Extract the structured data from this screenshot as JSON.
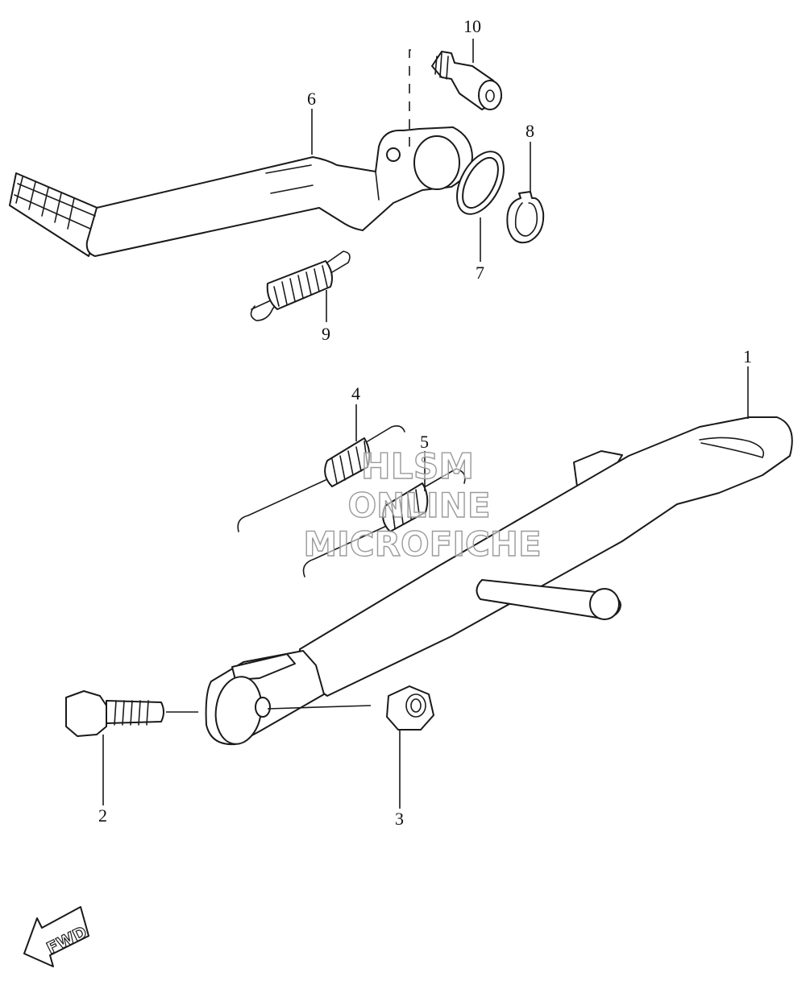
{
  "callouts": [
    {
      "id": "1",
      "label": "1"
    },
    {
      "id": "2",
      "label": "2"
    },
    {
      "id": "3",
      "label": "3"
    },
    {
      "id": "4",
      "label": "4"
    },
    {
      "id": "5",
      "label": "5"
    },
    {
      "id": "6",
      "label": "6"
    },
    {
      "id": "7",
      "label": "7"
    },
    {
      "id": "8",
      "label": "8"
    },
    {
      "id": "9",
      "label": "9"
    },
    {
      "id": "10",
      "label": "10"
    }
  ],
  "watermark": {
    "line1": "HLSM",
    "line2": "ONLINE",
    "line3": "MICROFICHE"
  },
  "fwd_badge": {
    "label": "FWD"
  }
}
